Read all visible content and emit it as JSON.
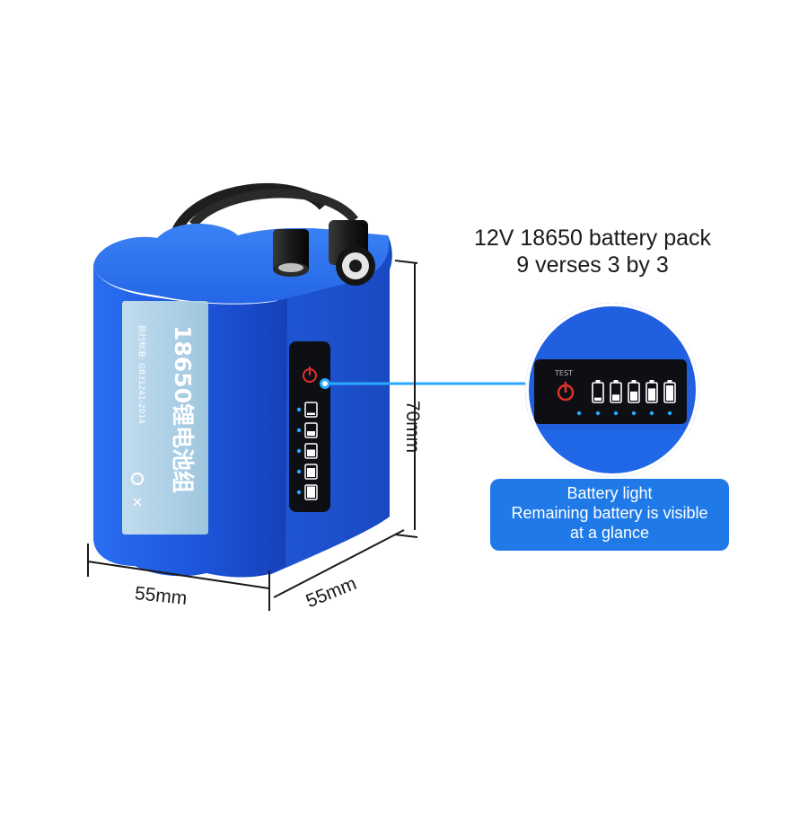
{
  "product": {
    "title_line1": "12V 18650 battery pack",
    "title_line2": "9 verses 3 by 3",
    "label_main": "18650锂电池组",
    "label_sub": "执行标准: GB31241-2014",
    "test_label": "TEST"
  },
  "callout": {
    "line1": "Battery light",
    "line2": "Remaining battery is visible",
    "line3": "at a glance"
  },
  "dimensions": {
    "width_front": "55mm",
    "width_side": "55mm",
    "height": "70mm"
  },
  "colors": {
    "battery_blue": "#1f5fe0",
    "callout_bg": "#1f7ae8",
    "indicator_blue": "#2aa8ff",
    "power_red": "#e0322a"
  },
  "icons": [
    "power-icon",
    "battery-level-icon",
    "recycle-icon",
    "cable-plug-icon"
  ]
}
